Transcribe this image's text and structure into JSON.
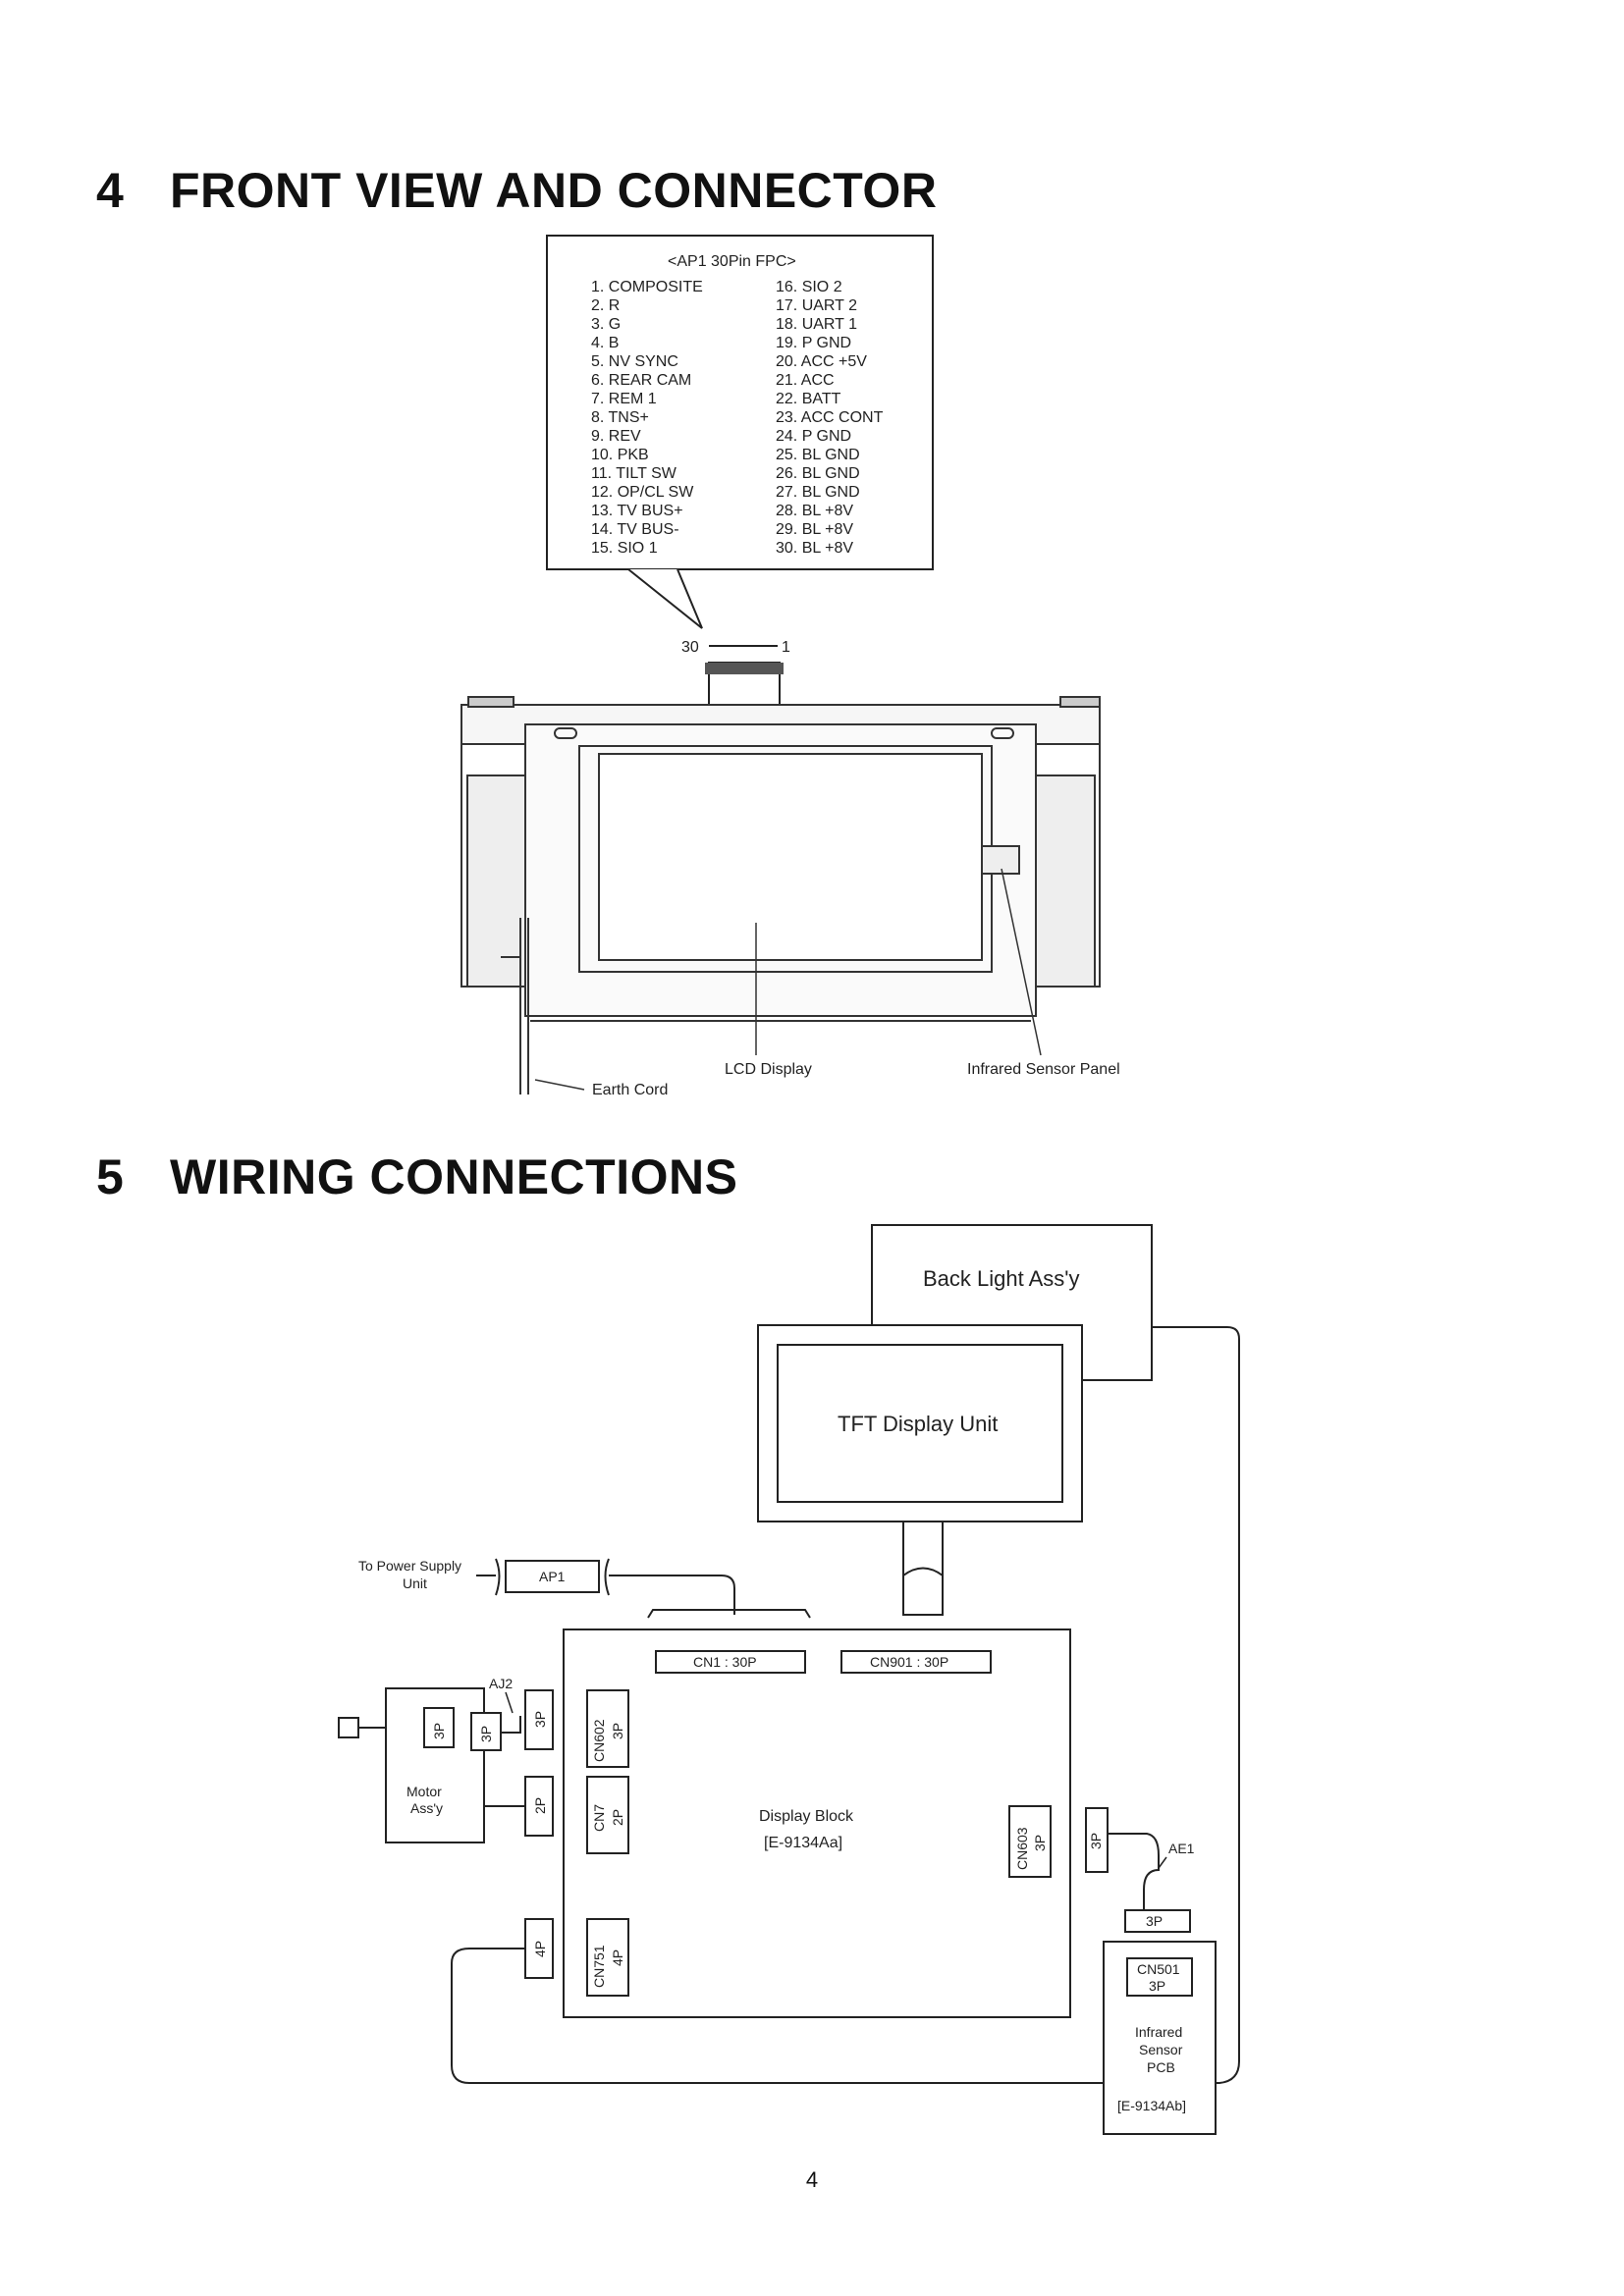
{
  "sections": {
    "front_view": {
      "number": "4",
      "title": "FRONT VIEW AND CONNECTOR"
    },
    "wiring": {
      "number": "5",
      "title": "WIRING CONNECTIONS"
    }
  },
  "connector": {
    "title": "<AP1 30Pin FPC>",
    "pins_left": [
      "1. COMPOSITE",
      "2. R",
      "3. G",
      "4. B",
      "5. NV SYNC",
      "6. REAR CAM",
      "7. REM 1",
      "8. TNS+",
      "9. REV",
      "10. PKB",
      "11. TILT SW",
      "12. OP/CL SW",
      "13. TV BUS+",
      "14. TV BUS-",
      "15. SIO 1"
    ],
    "pins_right": [
      "16. SIO 2",
      "17. UART 2",
      "18. UART 1",
      "19. P GND",
      "20. ACC +5V",
      "21. ACC",
      "22. BATT",
      "23. ACC CONT",
      "24. P GND",
      "25. BL GND",
      "26. BL GND",
      "27. BL GND",
      "28. BL +8V",
      "29. BL +8V",
      "30. BL +8V"
    ],
    "pin_end_left": "30",
    "pin_end_right": "1"
  },
  "front_view": {
    "lcd_label": "LCD Display",
    "ir_label": "Infrared Sensor Panel",
    "earth_label": "Earth Cord"
  },
  "wiring": {
    "back_light": "Back Light Ass'y",
    "tft": "TFT Display Unit",
    "power_label_1": "To Power Supply",
    "power_label_2": "Unit",
    "ap1": "AP1",
    "cn1": "CN1 : 30P",
    "cn901": "CN901 : 30P",
    "aj2": "AJ2",
    "p3": "3P",
    "p2": "2P",
    "p4": "4P",
    "motor_1": "Motor",
    "motor_2": "Ass'y",
    "cn602": "CN602",
    "cn7": "CN7",
    "cn751": "CN751",
    "cn603": "CN603",
    "display_block": "Display Block",
    "display_block_code": "[E-9134Aa]",
    "ae1": "AE1",
    "cn501": "CN501",
    "ir_pcb_1": "Infrared",
    "ir_pcb_2": "Sensor",
    "ir_pcb_3": "PCB",
    "ir_pcb_code": "[E-9134Ab]"
  },
  "page_number": "4"
}
